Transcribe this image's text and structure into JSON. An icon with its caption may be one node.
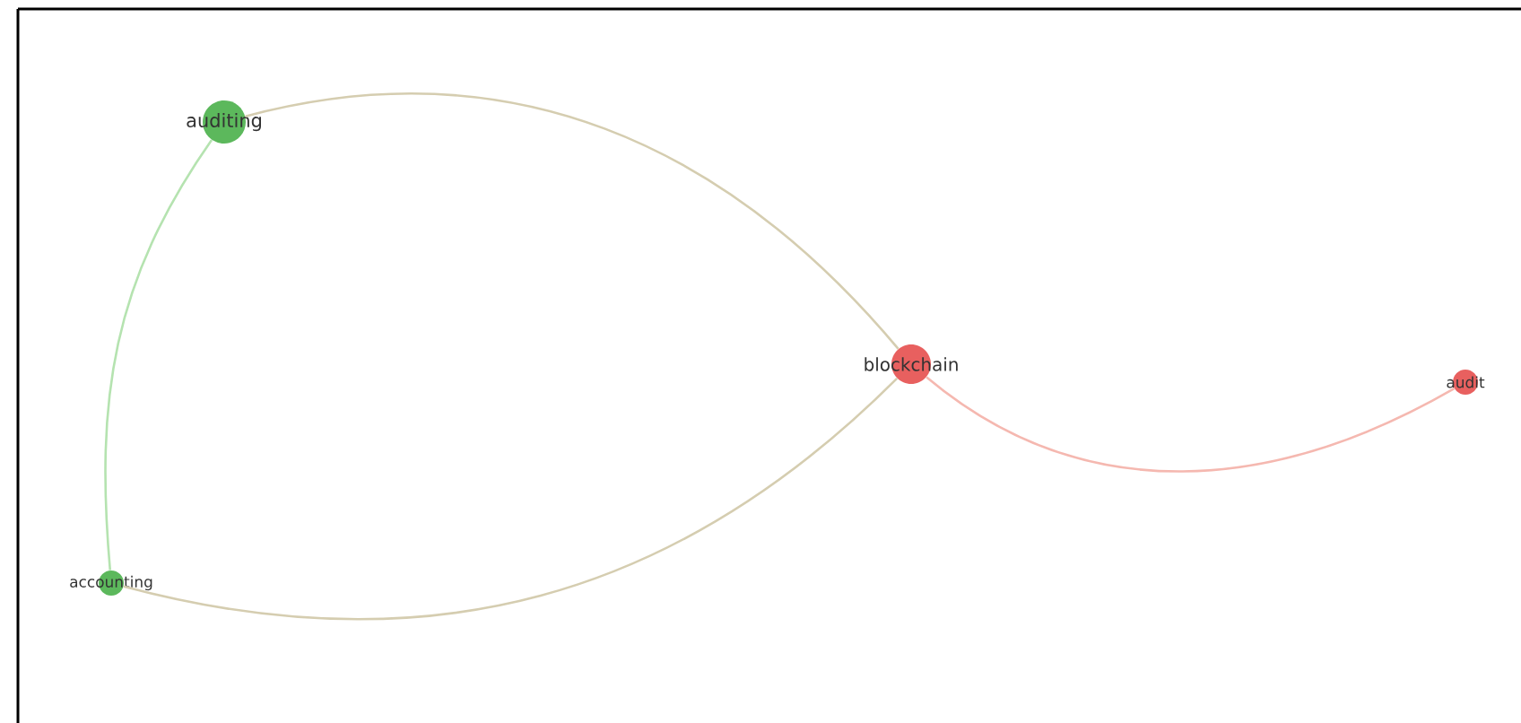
{
  "diagram": {
    "nodes": [
      {
        "text": [
          "auditing"
        ]
      },
      {
        "text": [
          "blockchain"
        ]
      },
      {
        "text": [
          "audit"
        ]
      },
      {
        "text": [
          "accounting"
        ]
      }
    ],
    "edges": [
      {
        "from": 0,
        "to": 1,
        "arrow": "none"
      },
      {
        "from": 0,
        "to": 3,
        "arrow": "none"
      },
      {
        "from": 3,
        "to": 1,
        "arrow": "none"
      },
      {
        "from": 1,
        "to": 2,
        "arrow": "none"
      }
    ]
  }
}
